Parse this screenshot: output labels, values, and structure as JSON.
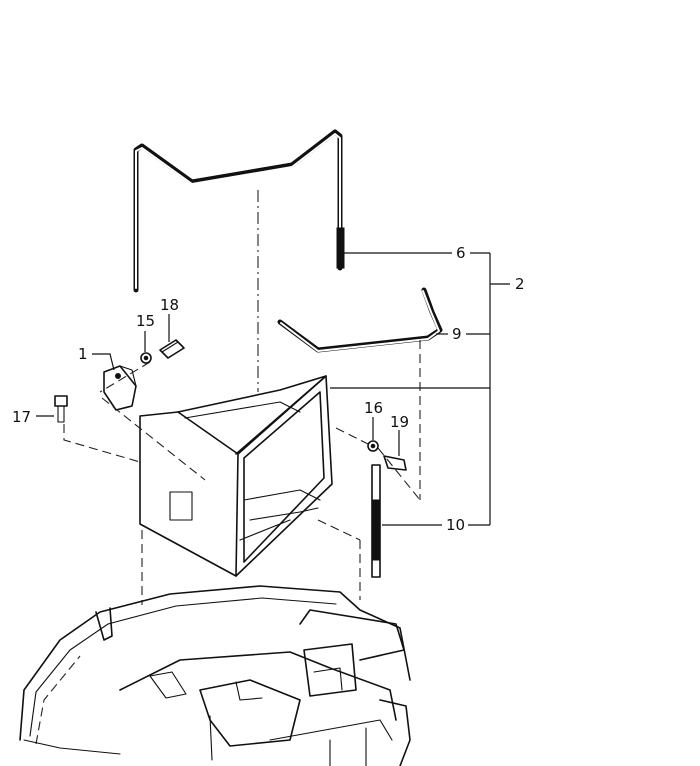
{
  "callouts": {
    "c1": "1",
    "c2": "2",
    "c6": "6",
    "c9": "9",
    "c10": "10",
    "c15": "15",
    "c16": "16",
    "c17": "17",
    "c18": "18",
    "c19": "19"
  }
}
